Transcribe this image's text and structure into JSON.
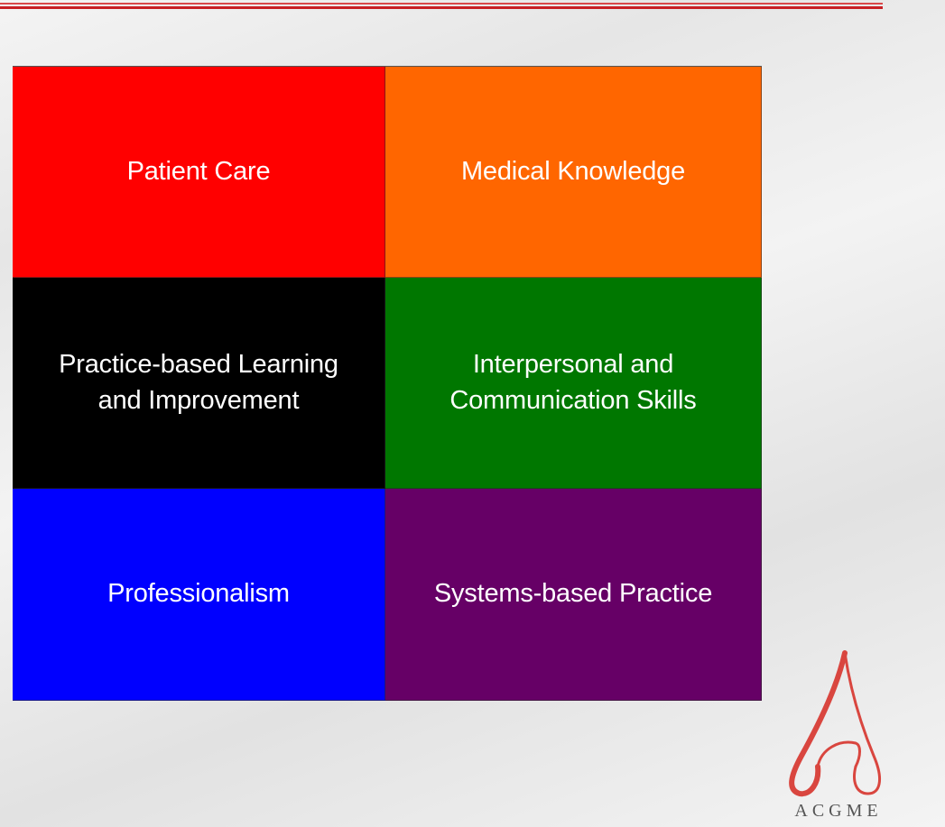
{
  "competencies": [
    {
      "label": "Patient Care",
      "color": "#ff0000"
    },
    {
      "label": "Medical Knowledge",
      "color": "#ff6600"
    },
    {
      "label": "Practice-based Learning\nand Improvement",
      "color": "#000000"
    },
    {
      "label": "Interpersonal and\nCommunication Skills",
      "color": "#007700"
    },
    {
      "label": "Professionalism",
      "color": "#0000ff"
    },
    {
      "label": "Systems-based Practice",
      "color": "#660066"
    }
  ],
  "logo": {
    "text": "ACGME",
    "color": "#d9463f"
  },
  "accent_color": "#c81f24"
}
